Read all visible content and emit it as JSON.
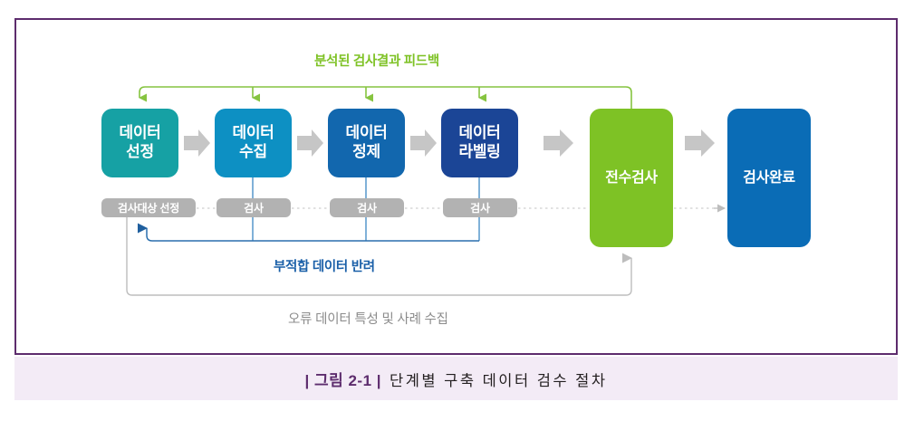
{
  "figure": {
    "caption_tag": "| 그림 2-1 |",
    "caption_text": "단계별 구축 데이터 검수 절차",
    "border_color": "#5d2c6d",
    "caption_band_color": "#f3ebf6"
  },
  "diagram": {
    "type": "flowchart",
    "title": "단계별 구축 데이터 검수 절차",
    "stages": [
      {
        "id": "s1",
        "line1": "데이터",
        "line2": "선정",
        "color": "#16a1a4"
      },
      {
        "id": "s2",
        "line1": "데이터",
        "line2": "수집",
        "color": "#0d90c3"
      },
      {
        "id": "s3",
        "line1": "데이터",
        "line2": "정제",
        "color": "#1267ae"
      },
      {
        "id": "s4",
        "line1": "데이터",
        "line2": "라벨링",
        "color": "#1b4596"
      },
      {
        "id": "s5",
        "line1": "전수검사",
        "line2": "",
        "color": "#7ec225"
      },
      {
        "id": "s6",
        "line1": "검사완료",
        "line2": "",
        "color": "#0a6cb6"
      }
    ],
    "inspection_chips": [
      {
        "id": "c1",
        "label": "검사대상 선정"
      },
      {
        "id": "c2",
        "label": "검사"
      },
      {
        "id": "c3",
        "label": "검사"
      },
      {
        "id": "c4",
        "label": "검사"
      }
    ],
    "flow_labels": {
      "feedback_top": "분석된 검사결과 피드백",
      "reject_middle": "부적합 데이터 반려",
      "collect_bottom": "오류 데이터 특성 및 사례 수집"
    },
    "connector_colors": {
      "stage_arrow": "#bfbfbf",
      "feedback_green": "#86c440",
      "reject_blue": "#2a6fad",
      "collect_gray": "#bdbdbd",
      "chip_dotted": "#cfcfcf",
      "chip_stem_blue": "#4a90c8"
    }
  }
}
